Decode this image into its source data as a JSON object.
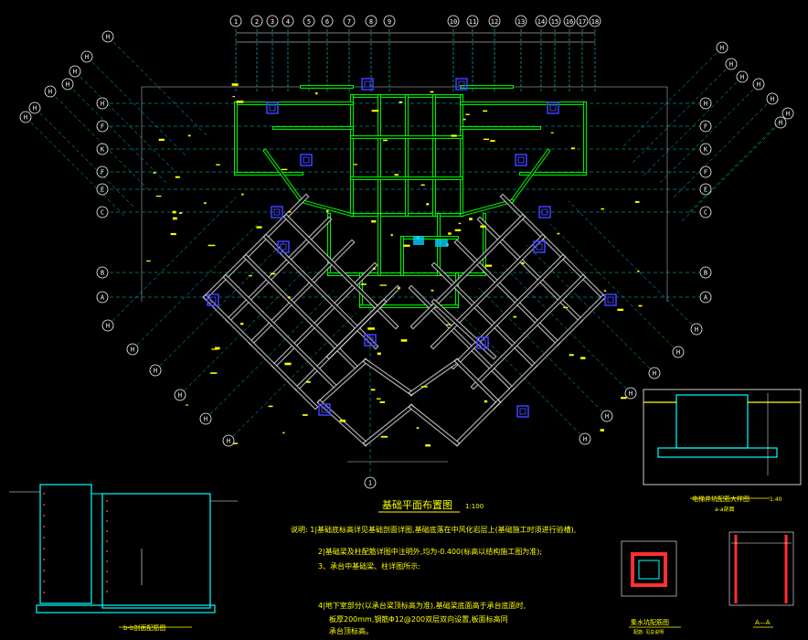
{
  "drawing": {
    "main_title": "基础平面布置图",
    "main_scale": "1:100",
    "notes": [
      "说明: 1|基础底标高详见基础剖面详图,基础底落在中风化岩层上(基础施工时须进行验槽),",
      "2|基础梁及柱配筋详图中注明外,均为-0.400(标高以结构施工图为准);",
      "3、承台中基础梁、柱详图所示:",
      "4|地下室部分(以承台梁顶标高为准),基础梁底面高于承台底面时,",
      "板厚200mm,钢筋Φ12@200双层双向设置,板面标高同",
      "承台顶标高。"
    ],
    "detail_titles": {
      "section_bb": "b-b剖面配筋图",
      "elevator_pit": "电梯井坑配筋大样图",
      "elevator_pit_scale": "1:40",
      "elevator_pit_sub": "a-a剖面",
      "column_detail": "集水坑配筋图",
      "column_detail_sub": "配筋: 见总说明",
      "section_aa": "A—A"
    },
    "top_axis_labels": [
      "1",
      "2",
      "3",
      "4",
      "5",
      "6",
      "7",
      "8",
      "9",
      "10",
      "11",
      "12",
      "13",
      "14",
      "15",
      "16",
      "17",
      "18"
    ],
    "left_axis_labels": [
      "H",
      "F",
      "K",
      "F",
      "E",
      "C",
      "B",
      "A"
    ],
    "right_axis_labels": [
      "H",
      "F",
      "K",
      "F",
      "E",
      "C",
      "B",
      "A"
    ],
    "diag_left_labels": [
      "H",
      "H",
      "H",
      "H",
      "H",
      "H",
      "H"
    ],
    "diag_right_labels": [
      "H",
      "H",
      "H",
      "H",
      "H",
      "H",
      "H"
    ],
    "bottom_axis_label": "1",
    "colors": {
      "background": "#000000",
      "foundation_beam": "#00ff00",
      "grid_line": "#00ffff",
      "wall_outline": "#d9d9d9",
      "text_annotation": "#ffff00",
      "column_marker": "#4040ff",
      "detail_outline": "#00ffff",
      "callout_red": "#ff3030"
    }
  }
}
